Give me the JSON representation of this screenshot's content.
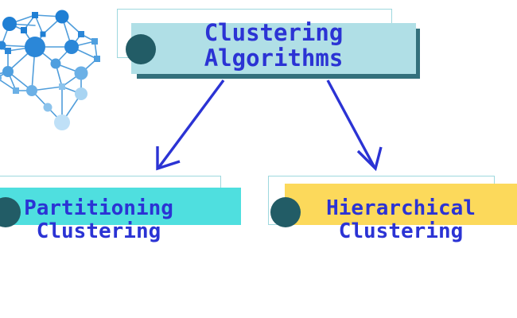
{
  "diagram": {
    "title": "Clustering Algorithms",
    "type": "hierarchy-tree",
    "root": {
      "id": "clustering-algorithms",
      "label_line1": "Clustering",
      "label_line2": "Algorithms",
      "fill_color": "#b0dfe6",
      "shadow_color": "#33707c",
      "dot_color": "#225c66",
      "text_color": "#2b33d4",
      "outline_color": "#9ed8de"
    },
    "children": [
      {
        "id": "partitioning-clustering",
        "label_line1": "Partitioning",
        "label_line2": "Clustering",
        "fill_color": "#4fdfdf",
        "dot_color": "#225c66",
        "text_color": "#2b33d4",
        "outline_color": "#9ed8de"
      },
      {
        "id": "hierarchical-clustering",
        "label_line1": "Hierarchical",
        "label_line2": "Clustering",
        "fill_color": "#fcd95b",
        "dot_color": "#225c66",
        "text_color": "#2b33d4",
        "outline_color": "#9ed8de"
      }
    ],
    "connectors": [
      {
        "id": "arrow-root-to-partitioning",
        "from": "clustering-algorithms",
        "to": "partitioning-clustering",
        "color": "#2b33d4",
        "direction": "down-left"
      },
      {
        "id": "arrow-root-to-hierarchical",
        "from": "clustering-algorithms",
        "to": "hierarchical-clustering",
        "color": "#2b33d4",
        "direction": "down-right"
      }
    ],
    "illustration": {
      "id": "brain-network",
      "name": "brain-network-icon",
      "description": "brain-shaped node-link network graph",
      "palette": [
        "#1f7fd4",
        "#2b87d8",
        "#4f9fdf",
        "#6bb0e6",
        "#8cc3ec",
        "#a8d4f2",
        "#bfe0f7"
      ]
    }
  }
}
